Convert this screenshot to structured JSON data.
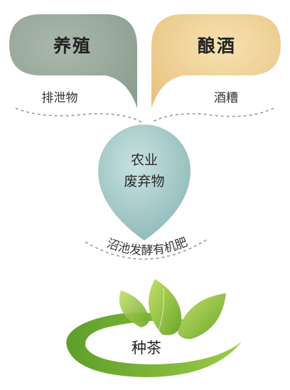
{
  "nodes": {
    "livestock": {
      "label": "养殖",
      "color": "#8fa392"
    },
    "brewing": {
      "label": "酿酒",
      "color": "#ecc98a"
    },
    "agri_waste": {
      "line1": "农业",
      "line2": "废弃物",
      "color": "#9cc3c3"
    },
    "tea": {
      "label": "种茶",
      "color": "#7bb62f"
    }
  },
  "edges": {
    "livestock_output": "排泄物",
    "brewing_output": "酒糟",
    "waste_output": "沼池发酵有机肥"
  }
}
